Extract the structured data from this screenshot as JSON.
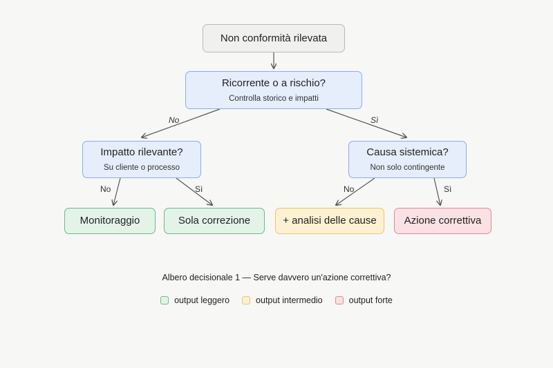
{
  "nodes": {
    "root": {
      "title": "Non conformità rilevata"
    },
    "q1": {
      "title": "Ricorrente o a rischio?",
      "sub": "Controlla storico e impatti"
    },
    "q2": {
      "title": "Impatto rilevante?",
      "sub": "Su cliente o processo"
    },
    "q3": {
      "title": "Causa sistemica?",
      "sub": "Non solo contingente"
    },
    "o1": {
      "title": "Monitoraggio"
    },
    "o2": {
      "title": "Sola correzione"
    },
    "o3": {
      "title": "+ analisi delle cause"
    },
    "o4": {
      "title": "Azione correttiva"
    }
  },
  "edges": {
    "q1_no": "No",
    "q1_si": "Sì",
    "q2_no": "No",
    "q2_si": "Sì",
    "q3_no": "No",
    "q3_si": "Sì"
  },
  "caption": "Albero decisionale 1 — Serve davvero un'azione correttiva?",
  "legend": [
    {
      "label": "output leggero",
      "color": "#6cbb84"
    },
    {
      "label": "output intermedio",
      "color": "#efc468"
    },
    {
      "label": "output forte",
      "color": "#df8b94"
    }
  ]
}
